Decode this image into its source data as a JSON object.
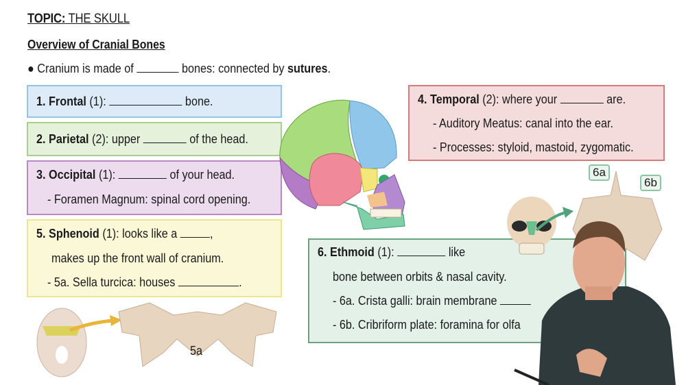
{
  "header": {
    "topic_label": "TOPIC:",
    "topic_value": " THE SKULL",
    "section_title": "Overview of Cranial Bones",
    "bullet_prefix": "Cranium is made of ",
    "bullet_middle": " bones: connected by ",
    "bullet_bold": "sutures",
    "bullet_end": "."
  },
  "boxes": {
    "frontal": {
      "name": "1. Frontal",
      "count": " (1): ",
      "after": " bone."
    },
    "parietal": {
      "name": "2. Parietal",
      "count": " (2): upper ",
      "after": " of the head."
    },
    "occipital": {
      "name": "3. Occipital",
      "count": " (1): ",
      "after": " of your head.",
      "sub1": "- Foramen Magnum: spinal cord opening."
    },
    "temporal": {
      "name": "4. Temporal",
      "count": " (2): where your ",
      "after": " are.",
      "sub1": "- Auditory Meatus: canal into the ear.",
      "sub2": "- Processes: styloid, mastoid, zygomatic."
    },
    "sphenoid": {
      "name": "5. Sphenoid",
      "count": " (1): looks like a ",
      "after": ",",
      "line2": "makes up the front wall of cranium.",
      "sub1": "- 5a. Sella turcica: houses ",
      "sub1_end": "."
    },
    "ethmoid": {
      "name": "6. Ethmoid",
      "count": " (1): ",
      "after": " like",
      "line2": "bone between orbits & nasal cavity.",
      "sub1": "- 6a. Crista galli: brain membrane ",
      "sub2": "- 6b. Cribriform plate: foramina for olfa"
    }
  },
  "figure_labels": {
    "sphenoid_5a": "5a",
    "ethmoid_6a": "6a",
    "ethmoid_6b": "6b"
  },
  "colors": {
    "frontal": "#8ec6e4",
    "parietal": "#a8d08c",
    "occipital": "#b889c2",
    "temporal": "#d47c7c",
    "sphenoid": "#ece68f",
    "ethmoid": "#6aa37e",
    "arrow_yellow": "#e8b53a",
    "arrow_green": "#4fa27a",
    "bone": "#e8d5bf"
  }
}
